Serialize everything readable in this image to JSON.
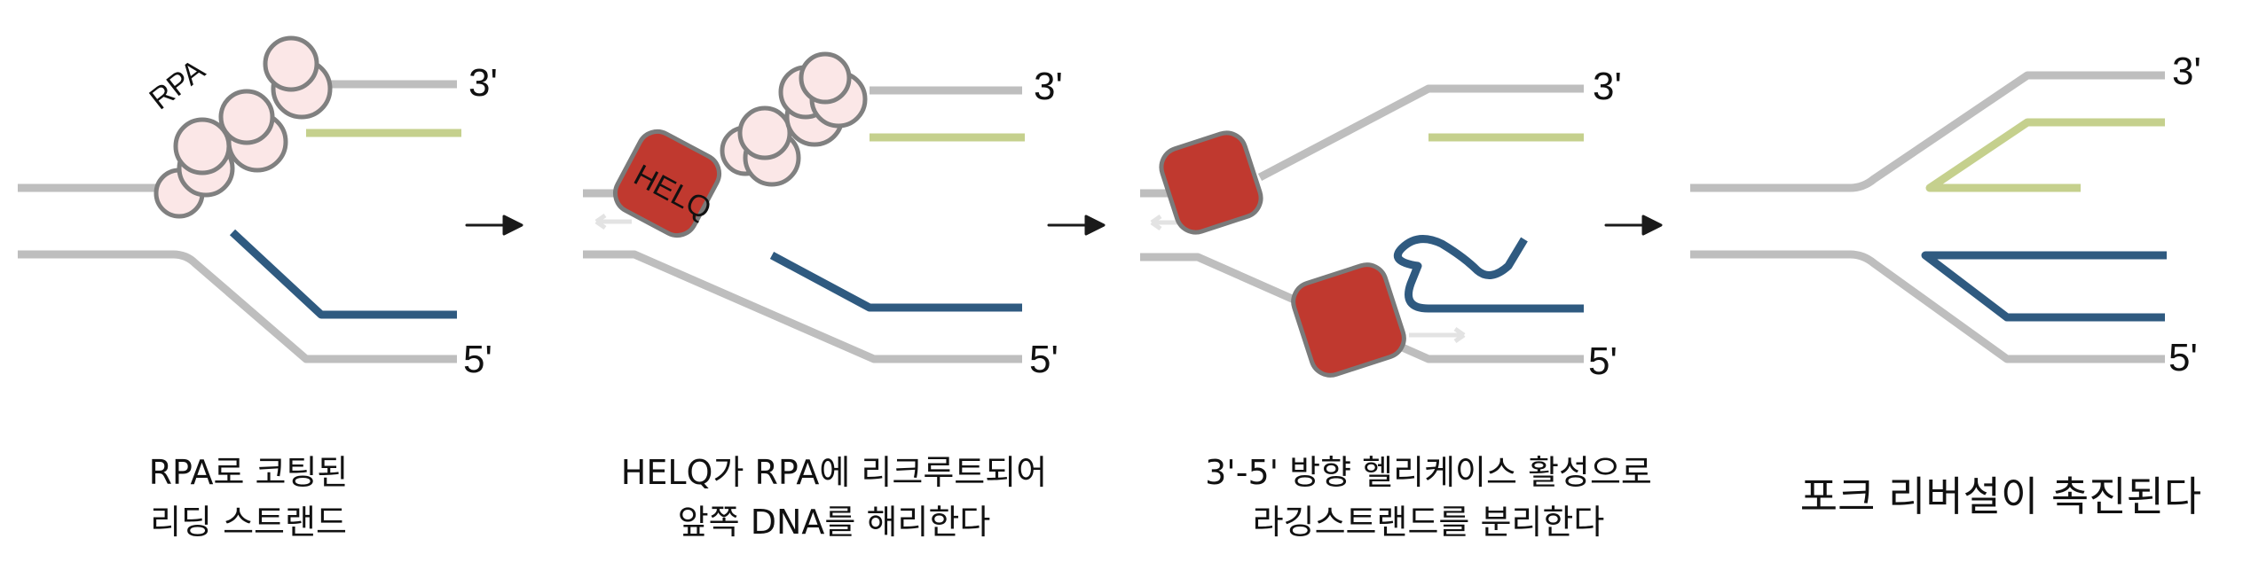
{
  "colors": {
    "strand_gray": "#bebebe",
    "leading_green": "#c5d08d",
    "lagging_blue": "#2f5a80",
    "helicase_red": "#c0392f",
    "helicase_edge": "#7a7a7a",
    "rpa_fill": "#fbe7e7",
    "rpa_edge": "#808080",
    "arrow": "#1a1a1a",
    "faint_arrow": "#e3e3e3"
  },
  "panels": [
    {
      "id": "panel1",
      "end_labels": {
        "top": "3'",
        "bottom": "5'"
      },
      "protein_label": "RPA",
      "caption": [
        "RPA로 코팅된",
        "리딩 스트랜드"
      ]
    },
    {
      "id": "panel2",
      "end_labels": {
        "top": "3'",
        "bottom": "5'"
      },
      "protein_label": "HELQ",
      "caption": [
        "HELQ가 RPA에 리크루트되어",
        "앞쪽 DNA를 해리한다"
      ]
    },
    {
      "id": "panel3",
      "end_labels": {
        "top": "3'",
        "bottom": "5'"
      },
      "caption": [
        "3'-5' 방향 헬리케이스 활성으로",
        "라깅스트랜드를 분리한다"
      ]
    },
    {
      "id": "panel4",
      "end_labels": {
        "top": "3'",
        "bottom": "5'"
      },
      "caption": [
        "포크 리버설이 촉진된다"
      ]
    }
  ],
  "icons": [
    "step-arrow-icon",
    "step-arrow-icon",
    "step-arrow-icon"
  ]
}
